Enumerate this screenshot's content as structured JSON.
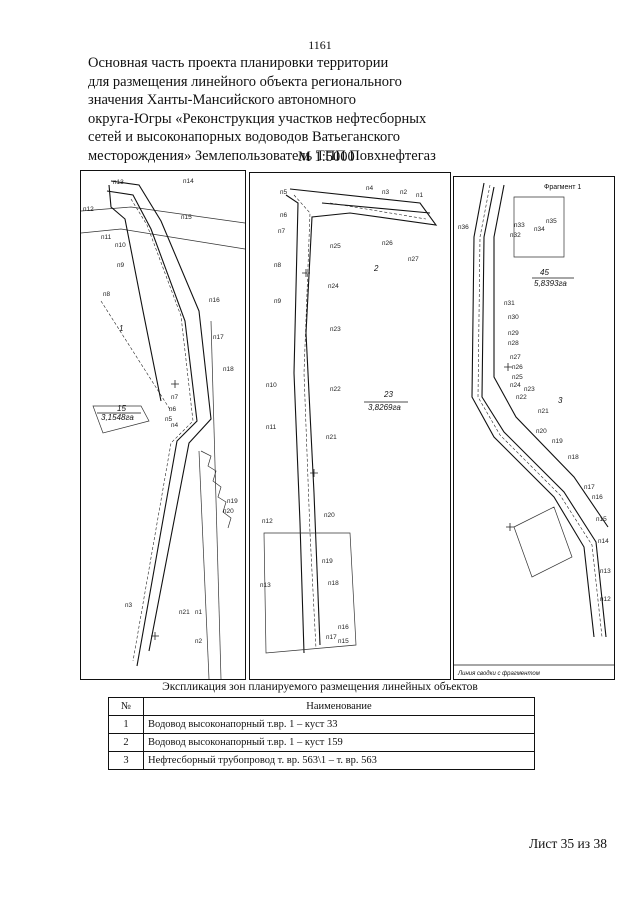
{
  "page_number": "1161",
  "title_lines": [
    "Основная часть проекта планировки территории",
    "для размещения линейного объекта регионального",
    "значения Ханты-Мансийского автономного",
    "округа-Югры «Реконструкция участков нефтесборных",
    "сетей и высоконапорных водоводов Ватьеганского",
    "месторождения» Землепользователь ТПП Повхнефтегаз"
  ],
  "scale": "М 1:5000",
  "map": {
    "panel1": {
      "points": [
        "п13",
        "п14",
        "п12",
        "п15",
        "п11",
        "п10",
        "п9",
        "п8",
        "п16",
        "п17",
        "п18",
        "п7",
        "п6",
        "п5",
        "п4",
        "п19",
        "п20",
        "п3",
        "п21",
        "п1",
        "п2"
      ],
      "zone_number": "15",
      "zone_area": "3,1548га",
      "object_number": "1"
    },
    "panel2": {
      "points": [
        "п5",
        "п4",
        "п3",
        "п2",
        "п1",
        "п6",
        "п7",
        "п8",
        "п9",
        "п10",
        "п11",
        "п12",
        "п13",
        "п25",
        "п24",
        "п23",
        "п22",
        "п21",
        "п20",
        "п19",
        "п18",
        "п17",
        "п16",
        "п15",
        "п26",
        "п27"
      ],
      "zone_number": "23",
      "zone_area": "3,8269га",
      "object_number": "2"
    },
    "panel3": {
      "fragment_label": "Фрагмент 1",
      "points": [
        "п36",
        "п35",
        "п34",
        "п33",
        "п32",
        "п31",
        "п30",
        "п29",
        "п28",
        "п27",
        "п26",
        "п25",
        "п24",
        "п23",
        "п22",
        "п21",
        "п20",
        "п19",
        "п18",
        "п17",
        "п16",
        "п15",
        "п14",
        "п13",
        "п12"
      ],
      "zone_number": "45",
      "zone_area": "5,8393га",
      "object_number": "3",
      "joint_label": "Линия сводки с фрагментом"
    }
  },
  "table": {
    "caption": "Экспликация зон планируемого размещения линейных объектов",
    "headers": [
      "№",
      "Наименование"
    ],
    "rows": [
      {
        "num": "1",
        "name": "Водовод высоконапорный т.вр. 1 – куст 33"
      },
      {
        "num": "2",
        "name": "Водовод высоконапорный т.вр. 1 – куст 159"
      },
      {
        "num": "3",
        "name": "Нефтесборный трубопровод т. вр. 563\\1 – т. вр. 563"
      }
    ]
  },
  "sheet": "Лист 35 из 38"
}
